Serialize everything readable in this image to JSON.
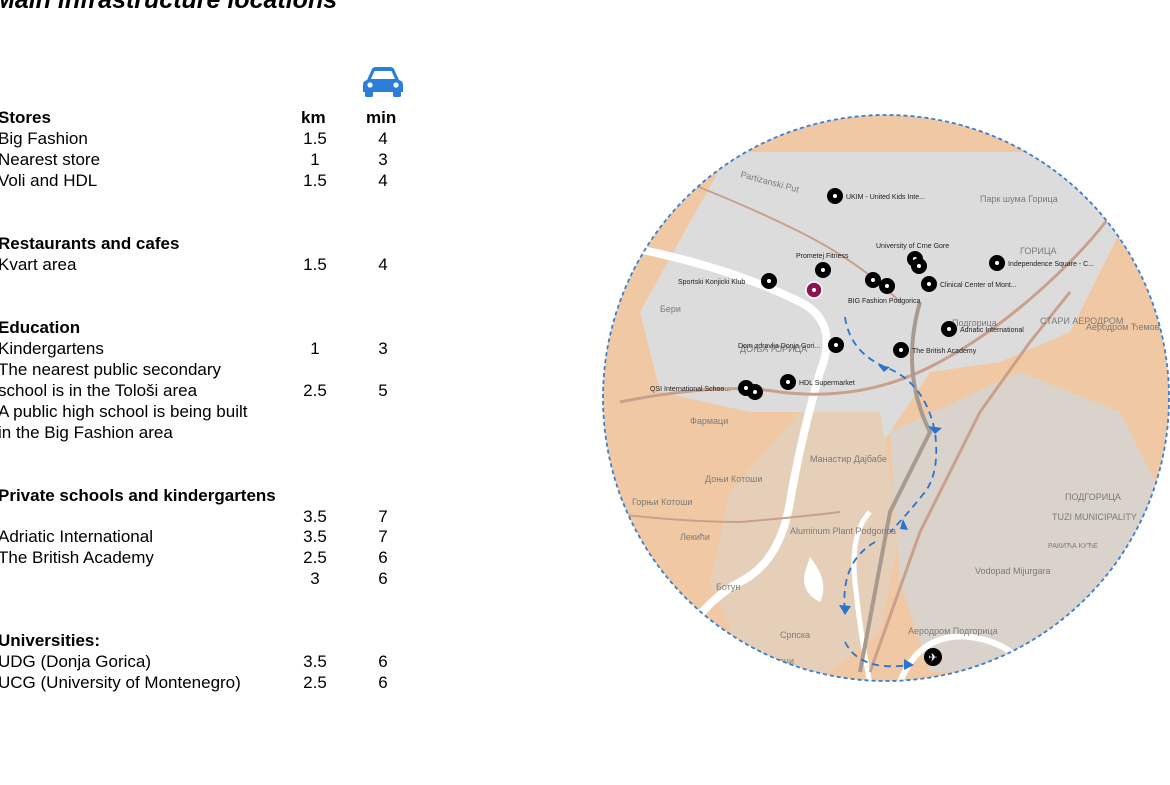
{
  "title": "Main infrastructure locations",
  "columns": {
    "km": "km",
    "min": "min"
  },
  "sections": [
    {
      "heading": "Stores",
      "items": [
        {
          "label": "Big Fashion",
          "km": "1.5",
          "min": "4"
        },
        {
          "label": "Nearest store",
          "km": "1",
          "min": "3"
        },
        {
          "label": "Voli and HDL",
          "km": "1.5",
          "min": "4"
        }
      ]
    },
    {
      "heading": "Restaurants and cafes",
      "items": [
        {
          "label": "Kvart area",
          "km": "1.5",
          "min": "4"
        }
      ]
    },
    {
      "heading": "Education",
      "items": [
        {
          "label": "Kindergartens",
          "km": "1",
          "min": "3"
        },
        {
          "label": "The nearest public secondary",
          "km": "",
          "min": ""
        },
        {
          "label": "school is in the Tološi area",
          "km": "2.5",
          "min": "5"
        },
        {
          "label": "A public high school is being built",
          "km": "",
          "min": ""
        },
        {
          "label": "in the Big Fashion area",
          "km": "",
          "min": ""
        }
      ]
    },
    {
      "heading": "Private schools and kindergartens",
      "items": [
        {
          "label": "",
          "km": "3.5",
          "min": "7"
        },
        {
          "label": "Adriatic International",
          "km": "3.5",
          "min": "7"
        },
        {
          "label": "The British Academy",
          "km": "2.5",
          "min": "6"
        },
        {
          "label": "",
          "km": "3",
          "min": "6"
        }
      ]
    },
    {
      "heading": "Universities:",
      "items": [
        {
          "label": "UDG (Donja Gorica)",
          "km": "3.5",
          "min": "6"
        },
        {
          "label": "UCG (University of Montenegro)",
          "km": "2.5",
          "min": "6"
        }
      ]
    }
  ],
  "map": {
    "pins": [
      {
        "label": "UKIM - United Kids Inte..."
      },
      {
        "label": "Prometej Fitness"
      },
      {
        "label": "University of Crne Gore"
      },
      {
        "label": "Independence Square - C..."
      },
      {
        "label": "Sportski Konjicki Klub"
      },
      {
        "label": "Clinical Center of Mont..."
      },
      {
        "label": "BIG Fashion Podgorica"
      },
      {
        "label": "Adriatic International"
      },
      {
        "label": "Dom zdravlja Donja Gori..."
      },
      {
        "label": "The British Academy"
      },
      {
        "label": "QSI International Schoo..."
      },
      {
        "label": "HDL Supermarket"
      }
    ],
    "places": [
      {
        "label": "Partizanski Put"
      },
      {
        "label": "Парк шума Горица"
      },
      {
        "label": "Бери"
      },
      {
        "label": "ГОРИЦА"
      },
      {
        "label": "СТАРИ АЕРОДРОМ"
      },
      {
        "label": "Аеродром Ћемовско Поље"
      },
      {
        "label": "ДОЊА ГОРИЦА"
      },
      {
        "label": "Фармаци"
      },
      {
        "label": "Доњи Котоши"
      },
      {
        "label": "Горњи Котоши"
      },
      {
        "label": "Манастир Дајбабе"
      },
      {
        "label": "ПОДГОРИЦА"
      },
      {
        "label": "TUZI MUNICIPALITY"
      },
      {
        "label": "Лекићи"
      },
      {
        "label": "Aluminum Plant Podgorica"
      },
      {
        "label": "Ботун"
      },
      {
        "label": "Vodopad Mijurgara"
      },
      {
        "label": "Српска"
      },
      {
        "label": "Аеродром Подгорица"
      },
      {
        "label": "Голубовци"
      },
      {
        "label": "Подгорица"
      },
      {
        "label": "РАКИЋА КУЋЕ"
      }
    ],
    "colors": {
      "route": "#2b74c9",
      "land": "#f0c9a4",
      "urban": "#dcdcdc",
      "pin": "#000000",
      "home_pin": "#8a1450"
    }
  }
}
